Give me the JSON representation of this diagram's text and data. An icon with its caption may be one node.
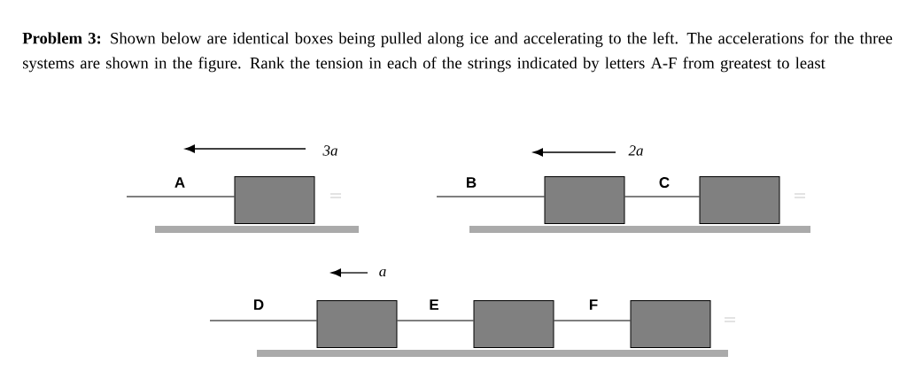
{
  "diagram": {
    "title": "**Problem 3:** Shown below are identical boxes being pulled along ice and accelerating to the left. The accelerations for the three systems are shown in the figure. Rank the tension in each of the strings indicated by letters A-F from greatest to least",
    "nodes": [
      {
        "text": [],
        "shape": "box"
      },
      {
        "text": [],
        "shape": "box"
      },
      {
        "text": [],
        "shape": "box"
      },
      {
        "text": [],
        "shape": "box"
      },
      {
        "text": [],
        "shape": "box"
      },
      {
        "text": [],
        "shape": "box"
      }
    ],
    "edges": [
      {
        "from": null,
        "to": 0,
        "arrow": "none",
        "label": "A"
      },
      {
        "from": null,
        "to": 1,
        "arrow": "none",
        "label": "B"
      },
      {
        "from": 1,
        "to": 2,
        "arrow": "none",
        "label": "C"
      },
      {
        "from": null,
        "to": 3,
        "arrow": "none",
        "label": "D"
      },
      {
        "from": 3,
        "to": 4,
        "arrow": "none",
        "label": "E"
      },
      {
        "from": 4,
        "to": 5,
        "arrow": "none",
        "label": "F"
      }
    ],
    "labels": [
      "3a",
      "2a",
      "a"
    ]
  }
}
